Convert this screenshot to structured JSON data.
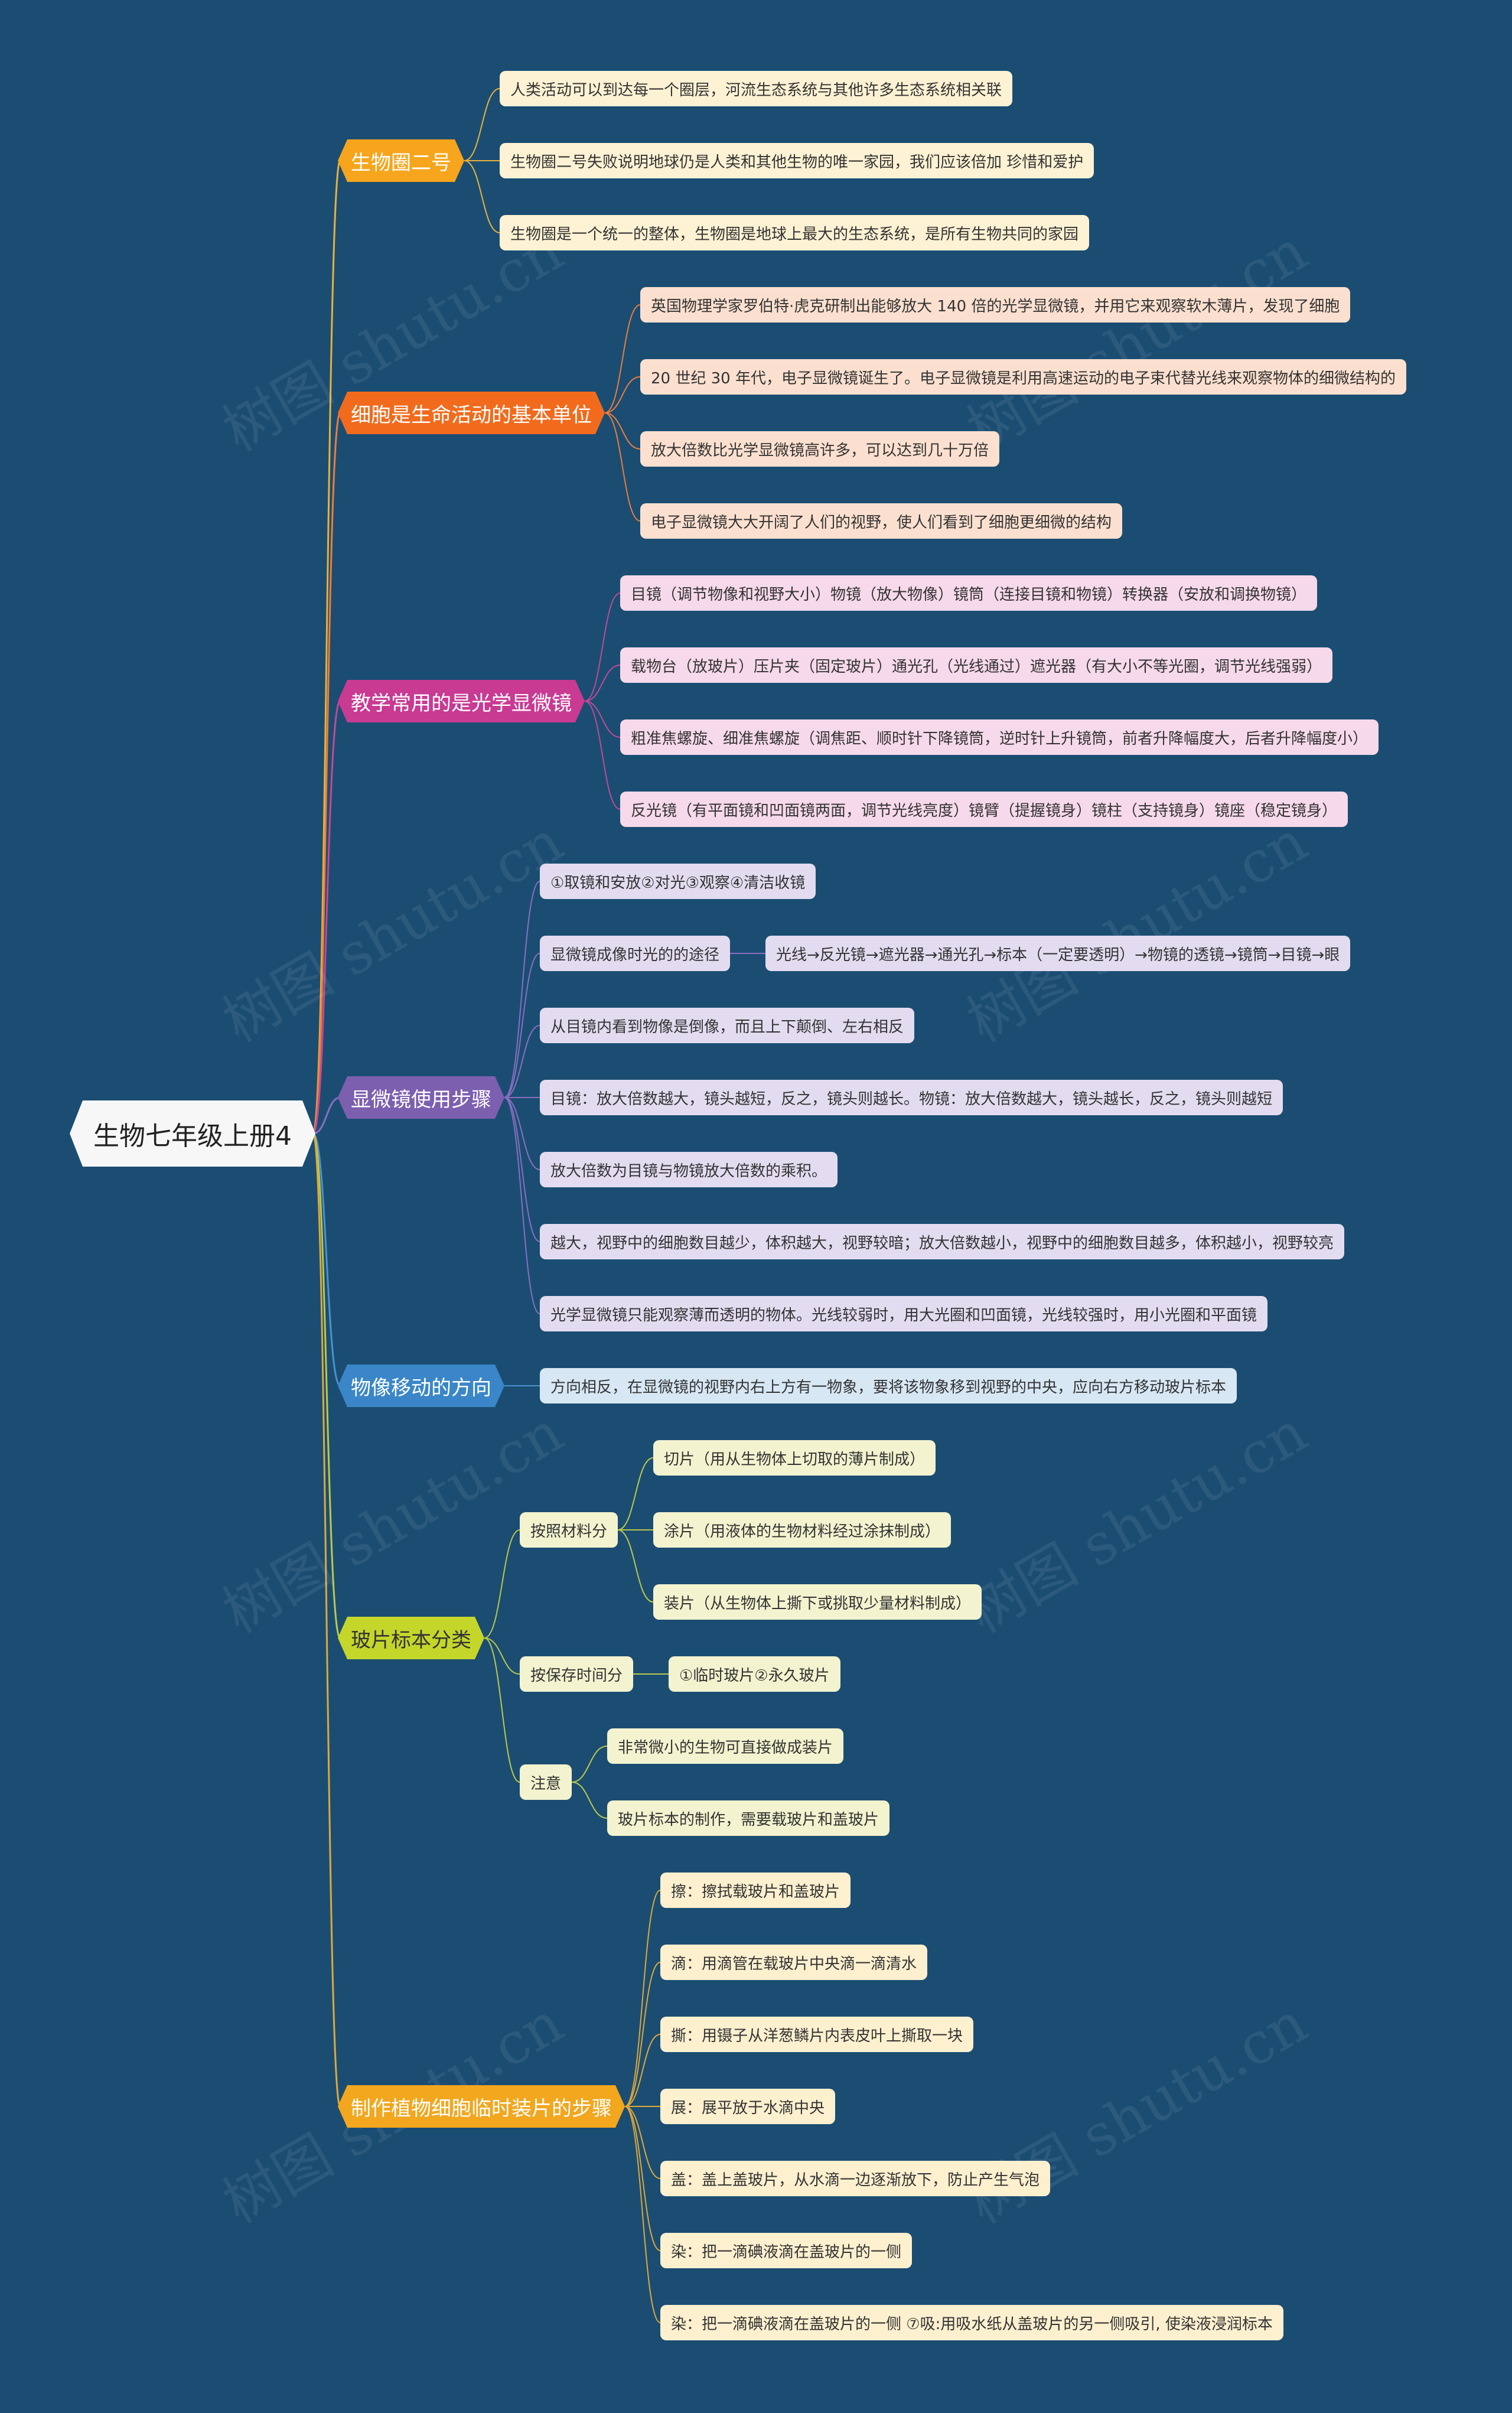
{
  "root": {
    "text": "生物七年级上册4"
  },
  "branches": [
    {
      "text": "生物圈二号",
      "color": "#f7a51c",
      "leaf_bg": "#fdf2d3",
      "line": "#e8b23a",
      "children": [
        {
          "text": "人类活动可以到达每一个圈层，河流生态系统与其他许多生态系统相关联"
        },
        {
          "text": "生物圈二号失败说明地球仍是人类和其他生物的唯一家园，我们应该倍加 珍惜和爱护"
        },
        {
          "text": "生物圈是一个统一的整体，生物圈是地球上最大的生态系统，是所有生物共同的家园"
        }
      ]
    },
    {
      "text": "细胞是生命活动的基本单位",
      "color": "#f26b1d",
      "leaf_bg": "#fce0cf",
      "line": "#f07c3a",
      "children": [
        {
          "text": "英国物理学家罗伯特·虎克研制出能够放大 140 倍的光学显微镜，并用它来观察软木薄片，发现了细胞"
        },
        {
          "text": "20 世纪 30 年代，电子显微镜诞生了。电子显微镜是利用高速运动的电子束代替光线来观察物体的细微结构的"
        },
        {
          "text": "放大倍数比光学显微镜高许多，可以达到几十万倍"
        },
        {
          "text": "电子显微镜大大开阔了人们的视野，使人们看到了细胞更细微的结构"
        }
      ]
    },
    {
      "text": "教学常用的是光学显微镜",
      "color": "#c93a93",
      "leaf_bg": "#f6d9ea",
      "line": "#c14a96",
      "children": [
        {
          "text": "目镜（调节物像和视野大小）物镜（放大物像）镜筒（连接目镜和物镜）转换器（安放和调换物镜）"
        },
        {
          "text": "载物台（放玻片）压片夹（固定玻片）通光孔（光线通过）遮光器（有大小不等光圈，调节光线强弱）"
        },
        {
          "text": "粗准焦螺旋、细准焦螺旋（调焦距、顺时针下降镜筒，逆时针上升镜筒，前者升降幅度大，后者升降幅度小）"
        },
        {
          "text": "反光镜（有平面镜和凹面镜两面，调节光线亮度）镜臂（提握镜身）镜柱（支持镜身）镜座（稳定镜身）"
        }
      ]
    },
    {
      "text": "显微镜使用步骤",
      "color": "#7d5fb0",
      "leaf_bg": "#e3dcf0",
      "line": "#8a6fc0",
      "children": [
        {
          "text": "①取镜和安放②对光③观察④清洁收镜"
        },
        {
          "text": "显微镜成像时光的的途径",
          "children": [
            {
              "text": "光线→反光镜→遮光器→通光孔→标本（一定要透明）→物镜的透镜→镜筒→目镜→眼"
            }
          ]
        },
        {
          "text": "从目镜内看到物像是倒像，而且上下颠倒、左右相反"
        },
        {
          "text": "目镜：放大倍数越大，镜头越短，反之，镜头则越长。物镜：放大倍数越大，镜头越长，反之，镜头则越短"
        },
        {
          "text": "放大倍数为目镜与物镜放大倍数的乘积。"
        },
        {
          "text": "越大，视野中的细胞数目越少，体积越大，视野较暗；放大倍数越小，视野中的细胞数目越多，体积越小，视野较亮"
        },
        {
          "text": "光学显微镜只能观察薄而透明的物体。光线较弱时，用大光圈和凹面镜，光线较强时，用小光圈和平面镜"
        }
      ]
    },
    {
      "text": "物像移动的方向",
      "color": "#3a86c8",
      "leaf_bg": "#d7e7f4",
      "line": "#4a92d0",
      "children": [
        {
          "text": "方向相反，在显微镜的视野内右上方有一物象，要将该物象移到视野的中央，应向右方移动玻片标本"
        }
      ]
    },
    {
      "text": "玻片标本分类",
      "color": "#c4d62a",
      "leaf_bg": "#f3f3cf",
      "line": "#bcc94a",
      "dark": true,
      "children": [
        {
          "text": "按照材料分",
          "children": [
            {
              "text": "切片（用从生物体上切取的薄片制成）"
            },
            {
              "text": "涂片（用液体的生物材料经过涂抹制成）"
            },
            {
              "text": "装片（从生物体上撕下或挑取少量材料制成）"
            }
          ]
        },
        {
          "text": "按保存时间分",
          "children": [
            {
              "text": "①临时玻片②永久玻片"
            }
          ]
        },
        {
          "text": "注意",
          "children": [
            {
              "text": "非常微小的生物可直接做成装片"
            },
            {
              "text": "玻片标本的制作，需要载玻片和盖玻片"
            }
          ]
        }
      ]
    },
    {
      "text": "制作植物细胞临时装片的步骤",
      "color": "#f2a71e",
      "leaf_bg": "#fdf0cf",
      "line": "#e0a83a",
      "children": [
        {
          "text": "擦：擦拭载玻片和盖玻片"
        },
        {
          "text": "滴：用滴管在载玻片中央滴一滴清水"
        },
        {
          "text": "撕：用镊子从洋葱鳞片内表皮叶上撕取一块"
        },
        {
          "text": "展：展平放于水滴中央"
        },
        {
          "text": "盖：盖上盖玻片，从水滴一边逐渐放下，防止产生气泡"
        },
        {
          "text": "染：把一滴碘液滴在盖玻片的一侧"
        },
        {
          "text": "染：把一滴碘液滴在盖玻片的一侧 ⑦吸:用吸水纸从盖玻片的另一侧吸引, 使染液浸润标本"
        }
      ]
    }
  ],
  "watermarks": [
    "树图 shutu.cn",
    "树图 shutu.cn",
    "树图 shutu.cn",
    "树图 shutu.cn",
    "树图 shutu.cn",
    "树图 shutu.cn",
    "树图 shutu.cn",
    "树图 shutu.cn"
  ]
}
